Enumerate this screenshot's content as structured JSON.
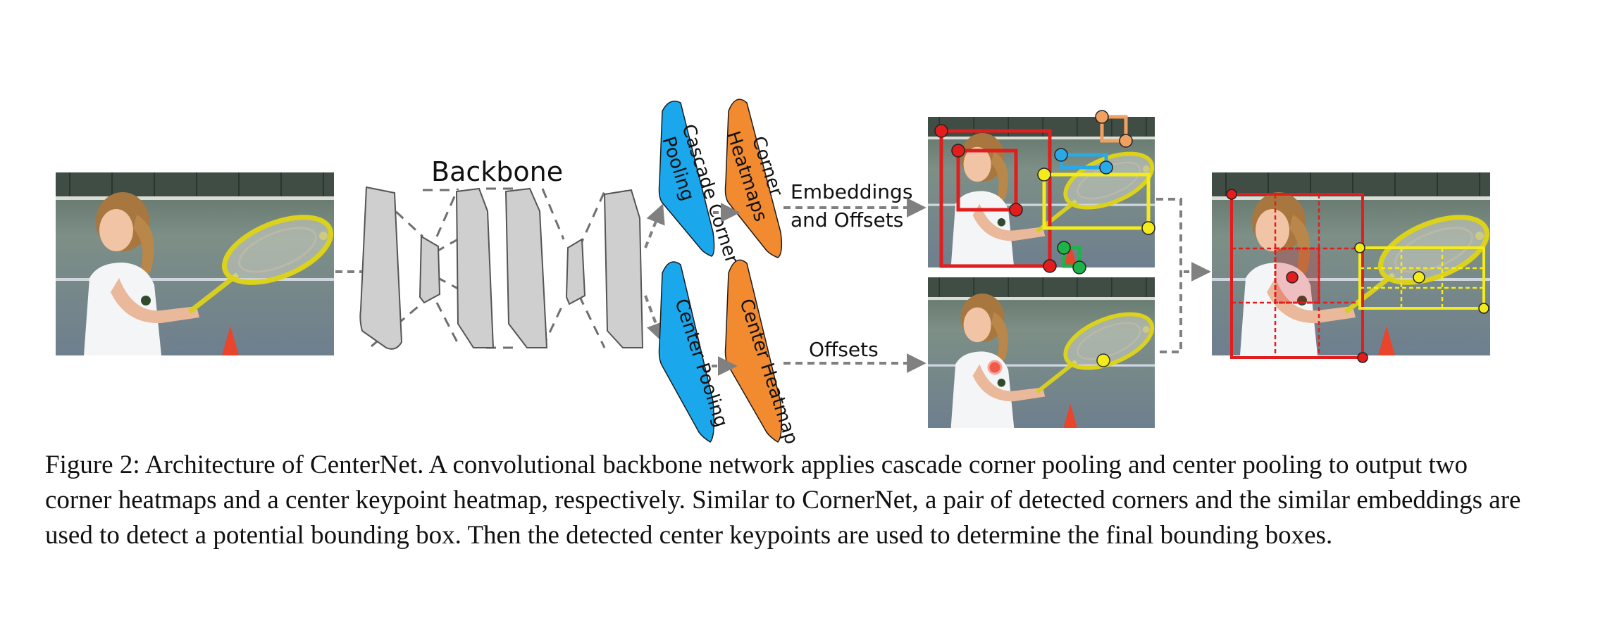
{
  "figure": {
    "backbone_label": "Backbone",
    "cascade_corner_pooling_line1": "Cascade Corner",
    "cascade_corner_pooling_line2": "Pooling",
    "corner_heatmaps_line1": "Corner",
    "corner_heatmaps_line2": "Heatmaps",
    "center_pooling_label": "Center Pooling",
    "center_heatmap_label": "Center Heatmap",
    "embeddings_line1": "Embeddings",
    "embeddings_line2": "and Offsets",
    "offsets_label": "Offsets",
    "colors": {
      "pooling": "#1aa7ec",
      "heatmap": "#f28a30",
      "backbone": "#cfcfcf",
      "arrow": "#808080",
      "box_red": "#e11d1d",
      "box_yellow": "#f4ec1a",
      "box_orange": "#f0a061",
      "box_cyan": "#2aa9e6",
      "box_green": "#1db34a"
    }
  },
  "caption": {
    "text": "Figure 2: Architecture of CenterNet. A convolutional backbone network applies cascade corner pooling and center pooling to output two corner heatmaps and a center keypoint heatmap, respectively. Similar to CornerNet, a pair of detected corners and the similar embeddings are used to detect a potential bounding box. Then the detected center keypoints are used to determine the final bounding boxes."
  }
}
